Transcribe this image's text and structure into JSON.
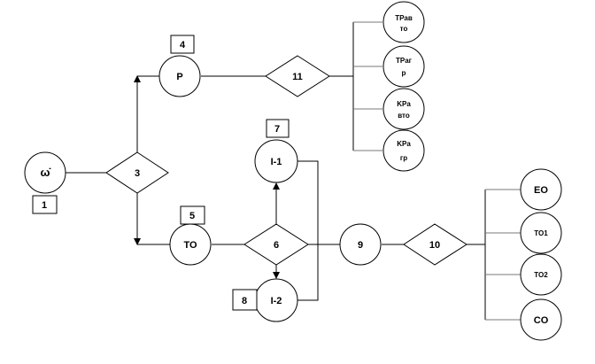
{
  "nodes": {
    "omega": "ω̇",
    "p": "P",
    "to": "TO",
    "i1": "I-1",
    "i2": "I-2",
    "n9": "9"
  },
  "decisions": {
    "d3": "3",
    "d6": "6",
    "d10": "10",
    "d11": "11"
  },
  "boxes": {
    "b1": "1",
    "b4": "4",
    "b5": "5",
    "b7": "7",
    "b8": "8"
  },
  "top_outputs": [
    [
      "TPав",
      "то"
    ],
    [
      "TPаг",
      "р"
    ],
    [
      "KPа",
      "вто"
    ],
    [
      "KPа",
      "гр"
    ]
  ],
  "bottom_outputs": [
    "EO",
    "TO1",
    "TO2",
    "CO"
  ]
}
